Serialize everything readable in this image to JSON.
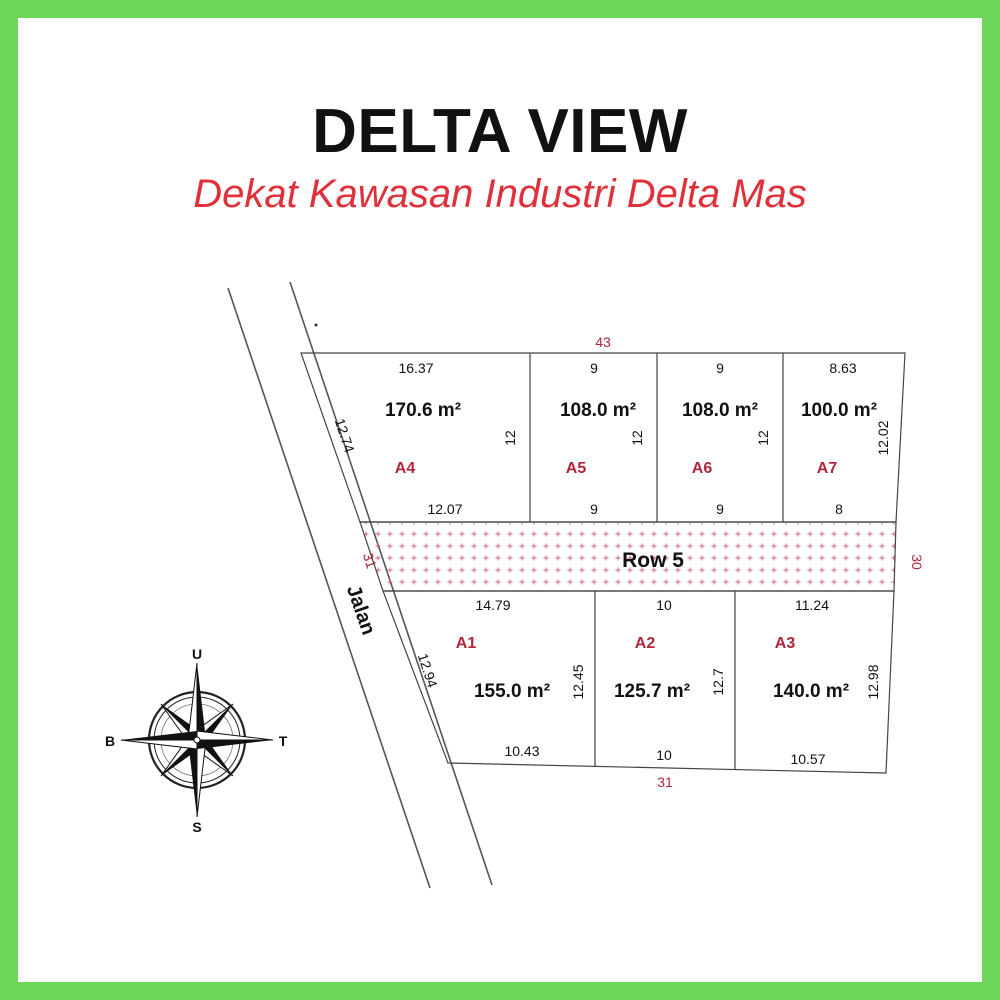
{
  "title": "DELTA VIEW",
  "subtitle": "Dekat Kawasan Industri Delta Mas",
  "colors": {
    "accent_red": "#e0303a",
    "border_green": "#6bd65a",
    "dim_red": "#b0263a"
  },
  "road": {
    "label": "Jalan"
  },
  "row": {
    "label": "Row 5",
    "left_width": "31",
    "right_width": "30"
  },
  "overall": {
    "top": "43",
    "bottom": "31"
  },
  "lots_top": [
    {
      "id": "A4",
      "area": "170.6 m²",
      "top": "16.37",
      "bottom": "12.07",
      "left": "12.74",
      "right": "12"
    },
    {
      "id": "A5",
      "area": "108.0 m²",
      "top": "9",
      "bottom": "9",
      "right": "12"
    },
    {
      "id": "A6",
      "area": "108.0 m²",
      "top": "9",
      "bottom": "9",
      "right": "12"
    },
    {
      "id": "A7",
      "area": "100.0 m²",
      "top": "8.63",
      "bottom": "8",
      "right": "12.02"
    }
  ],
  "lots_bottom": [
    {
      "id": "A1",
      "area": "155.0 m²",
      "top": "14.79",
      "bottom": "10.43",
      "left": "12.94",
      "right": "12.45"
    },
    {
      "id": "A2",
      "area": "125.7 m²",
      "top": "10",
      "bottom": "10",
      "right": "12.7"
    },
    {
      "id": "A3",
      "area": "140.0 m²",
      "top": "11.24",
      "bottom": "10.57",
      "right": "12.98"
    }
  ],
  "compass": {
    "north": "U",
    "south": "S",
    "west": "B",
    "east": "T"
  }
}
